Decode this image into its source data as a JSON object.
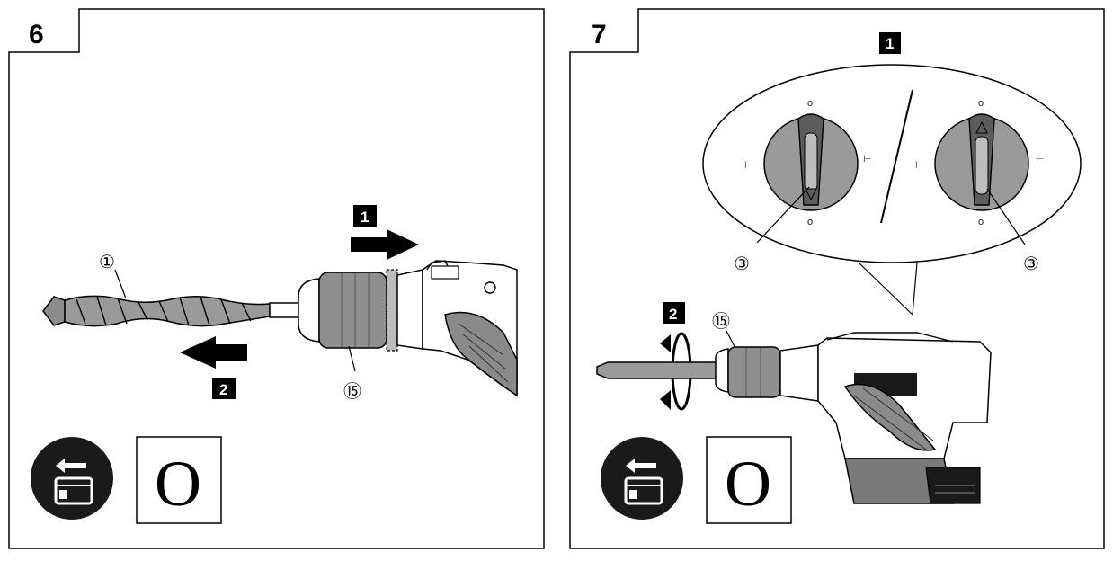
{
  "panels": [
    {
      "step_number": "6",
      "badges": [
        "1",
        "2"
      ],
      "callouts": [
        "①",
        "⑮"
      ],
      "mode_symbol": "O",
      "icon": "battery-remove-icon"
    },
    {
      "step_number": "7",
      "badges": [
        "1",
        "2"
      ],
      "callouts": [
        "③",
        "③",
        "⑮"
      ],
      "mode_symbol": "O",
      "icon": "battery-remove-icon"
    }
  ],
  "colors": {
    "line": "#000000",
    "fill_gray": "#9a9a9a",
    "dark": "#1a1a1a"
  }
}
